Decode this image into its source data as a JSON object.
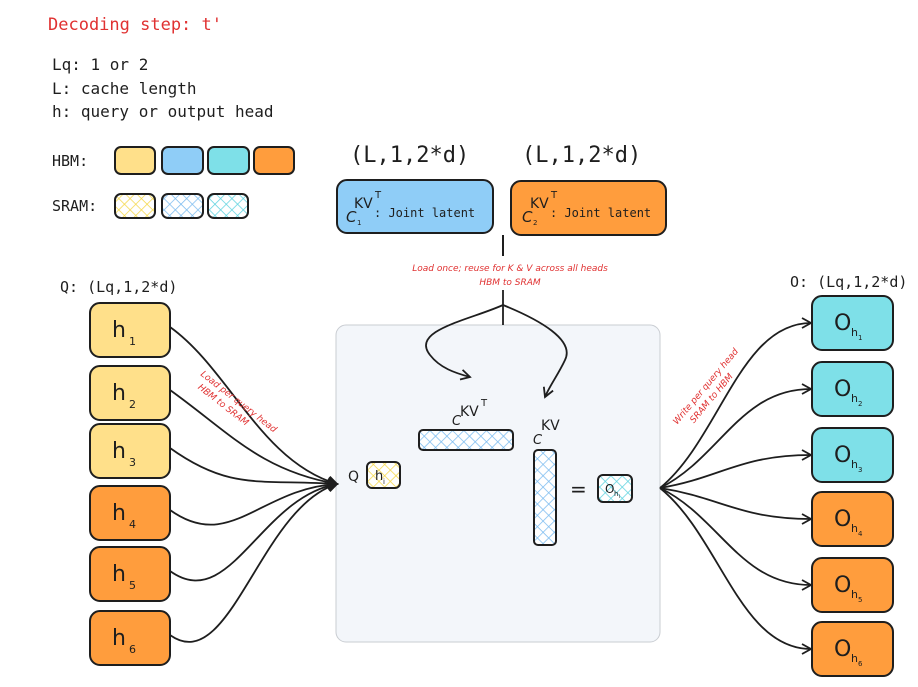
{
  "title": "Decoding step: t'",
  "legend": {
    "lines": [
      "Lq: 1 or 2",
      "L: cache length",
      "h: query or output head"
    ],
    "hbm_label": "HBM:",
    "sram_label": "SRAM:",
    "hbm_colors": [
      "#ffe08a",
      "#8fcdf7",
      "#7ee0e8",
      "#ff9d3d"
    ],
    "sram_colors": [
      "#f5d84a",
      "#7cbcf0",
      "#5fd3e0"
    ]
  },
  "kv_cache": [
    {
      "shape": "(L,1,2*d)",
      "symbol": "C",
      "sub": "1",
      "sup": "KV",
      "supT": "T",
      "label": ": Joint latent",
      "color": "#8fcdf7"
    },
    {
      "shape": "(L,1,2*d)",
      "symbol": "C",
      "sub": "2",
      "sup": "KV",
      "supT": "T",
      "label": ": Joint latent",
      "color": "#ff9d3d"
    }
  ],
  "load_note": [
    "Load once; reuse for K & V across all heads",
    "HBM to SRAM"
  ],
  "query": {
    "label": "Q: (Lq,1,2*d)",
    "heads": [
      {
        "h": "h",
        "sub": "1",
        "color": "#ffe08a"
      },
      {
        "h": "h",
        "sub": "2",
        "color": "#ffe08a"
      },
      {
        "h": "h",
        "sub": "3",
        "color": "#ffe08a"
      },
      {
        "h": "h",
        "sub": "4",
        "color": "#ff9d3d"
      },
      {
        "h": "h",
        "sub": "5",
        "color": "#ff9d3d"
      },
      {
        "h": "h",
        "sub": "6",
        "color": "#ff9d3d"
      }
    ],
    "note": [
      "Load per query head",
      "HBM to SRAM"
    ]
  },
  "output": {
    "label": "O: (Lq,1,2*d)",
    "heads": [
      {
        "o": "O",
        "sub": "h",
        "subsub": "1",
        "color": "#7ee0e8"
      },
      {
        "o": "O",
        "sub": "h",
        "subsub": "2",
        "color": "#7ee0e8"
      },
      {
        "o": "O",
        "sub": "h",
        "subsub": "3",
        "color": "#7ee0e8"
      },
      {
        "o": "O",
        "sub": "h",
        "subsub": "4",
        "color": "#ff9d3d"
      },
      {
        "o": "O",
        "sub": "h",
        "subsub": "5",
        "color": "#ff9d3d"
      },
      {
        "o": "O",
        "sub": "h",
        "subsub": "6",
        "color": "#ff9d3d"
      }
    ],
    "note": [
      "Write per query head",
      "SRAM to HBM"
    ]
  },
  "compute": {
    "q_label": "Q",
    "q_head": "h",
    "q_head_sub": "i",
    "ckvt": {
      "c": "C",
      "sup": "KV",
      "supT": "T"
    },
    "ckv": {
      "c": "C",
      "sup": "KV"
    },
    "equals": "=",
    "out": "O",
    "out_sub": "h",
    "out_subsub": "i"
  }
}
